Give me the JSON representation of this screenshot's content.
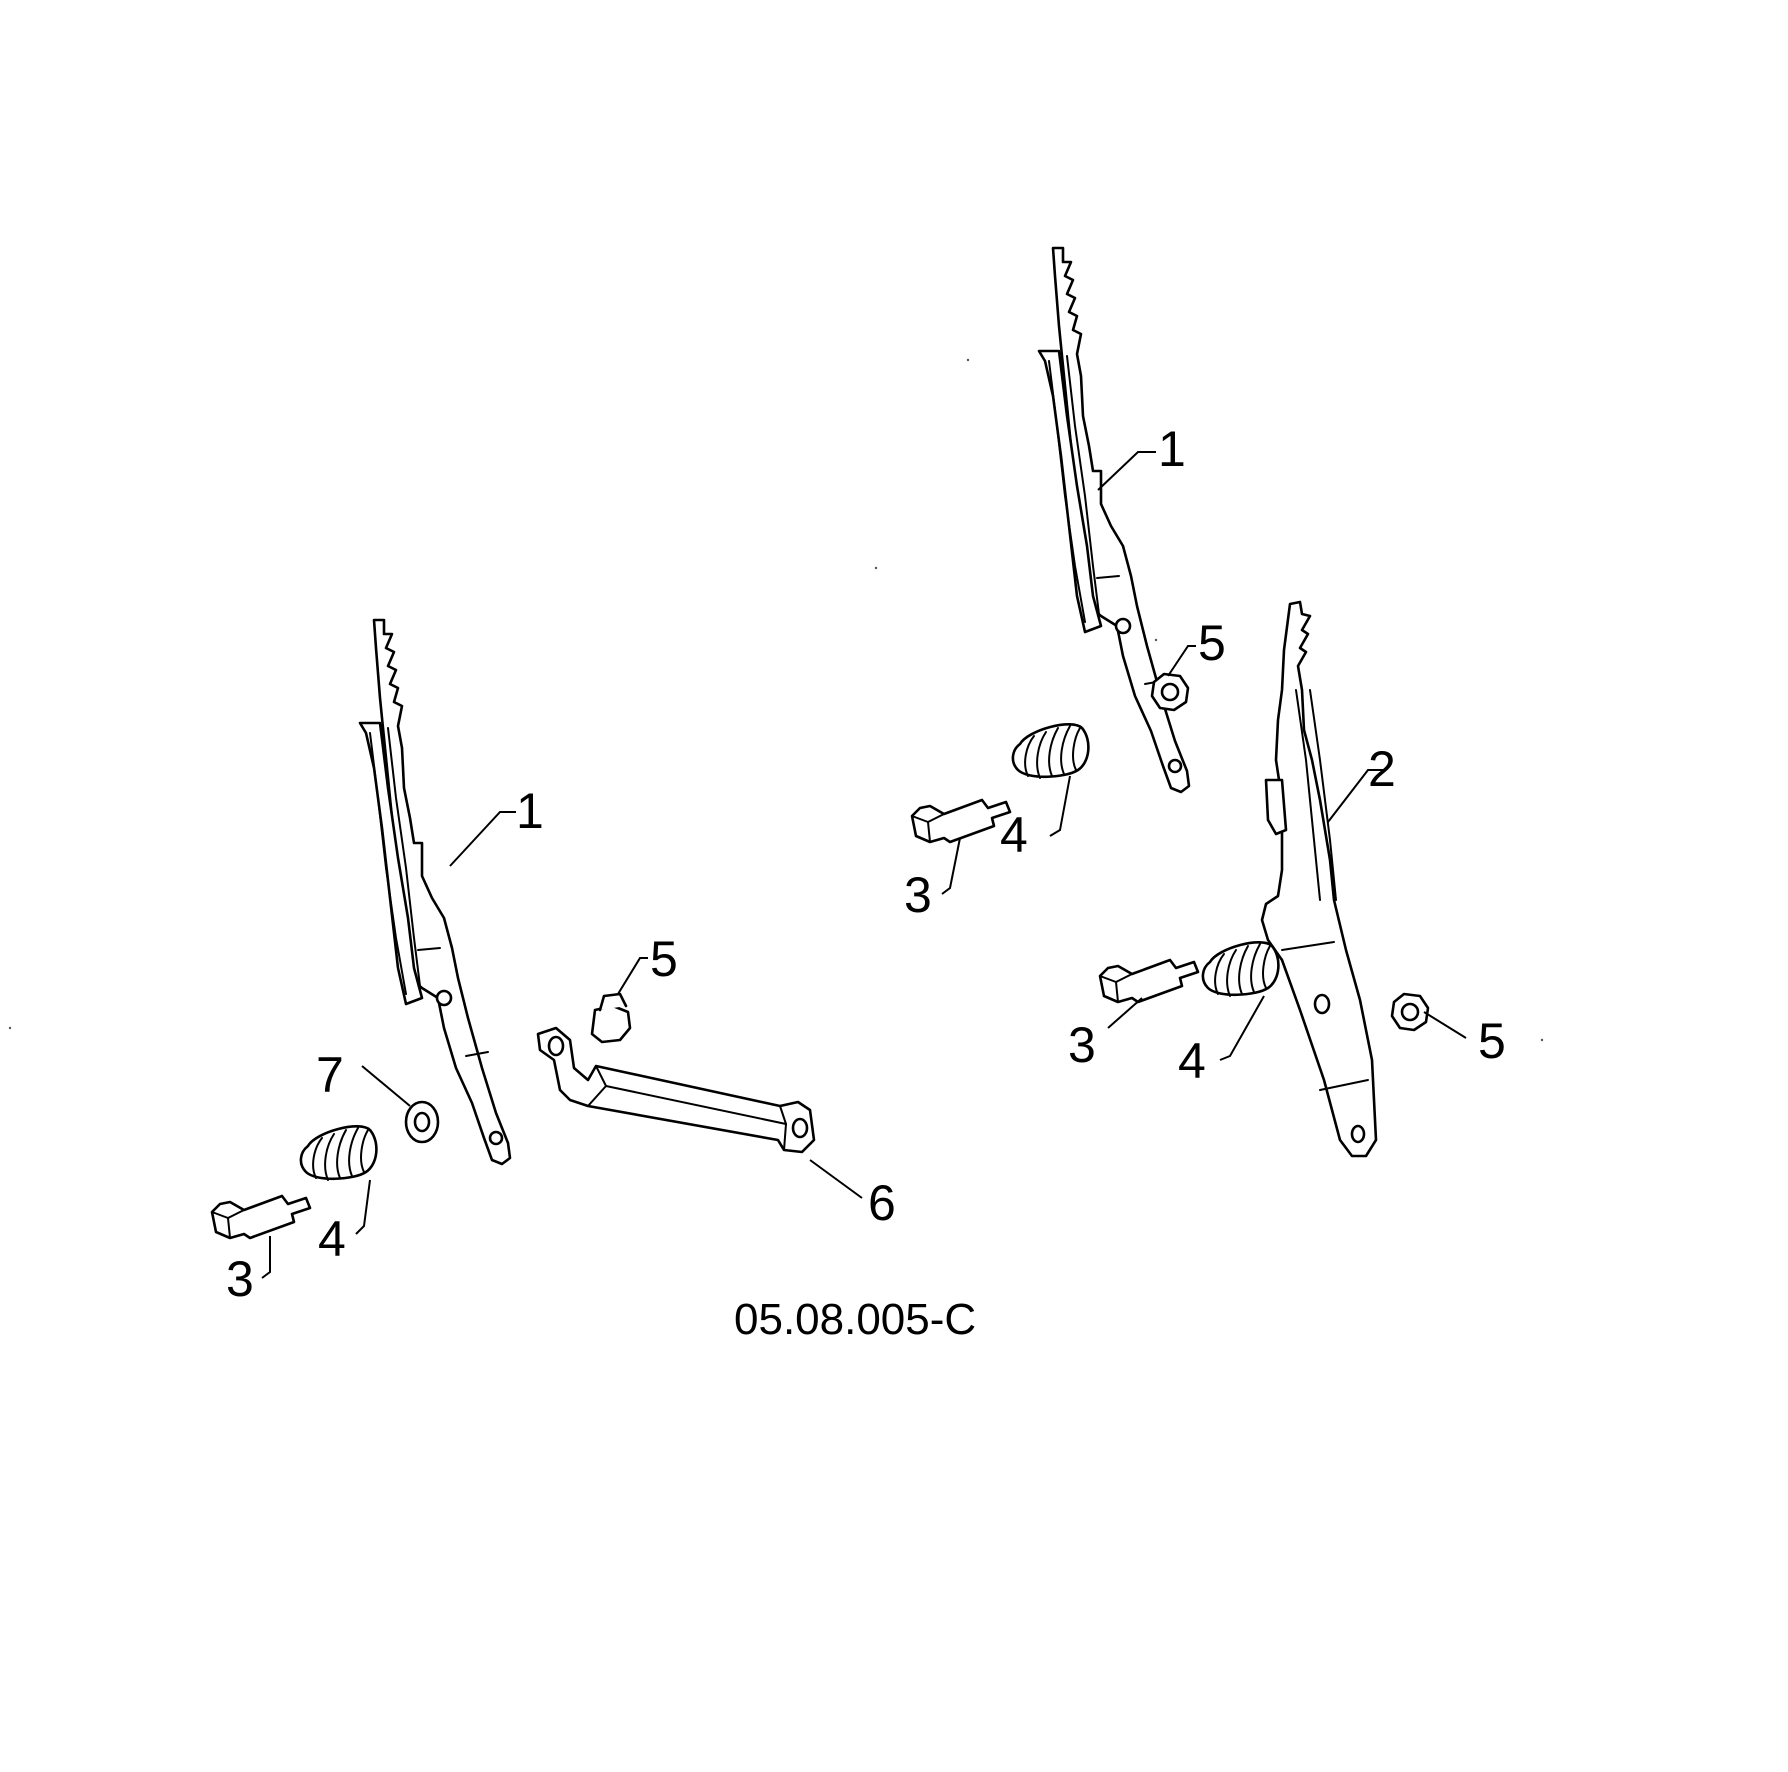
{
  "drawing_code": "05.08.005-C",
  "callouts": {
    "left_bracket": "1",
    "left_bolt": "3",
    "left_spring": "4",
    "left_washer": "7",
    "left_nut": "5",
    "link_arm": "6",
    "upper_bracket": "1",
    "upper_nut": "5",
    "upper_spring": "4",
    "upper_bolt": "3",
    "right_bracket": "2",
    "right_bolt": "3",
    "right_spring": "4",
    "right_nut": "5"
  },
  "colors": {
    "line": "#000000",
    "background": "#ffffff"
  }
}
